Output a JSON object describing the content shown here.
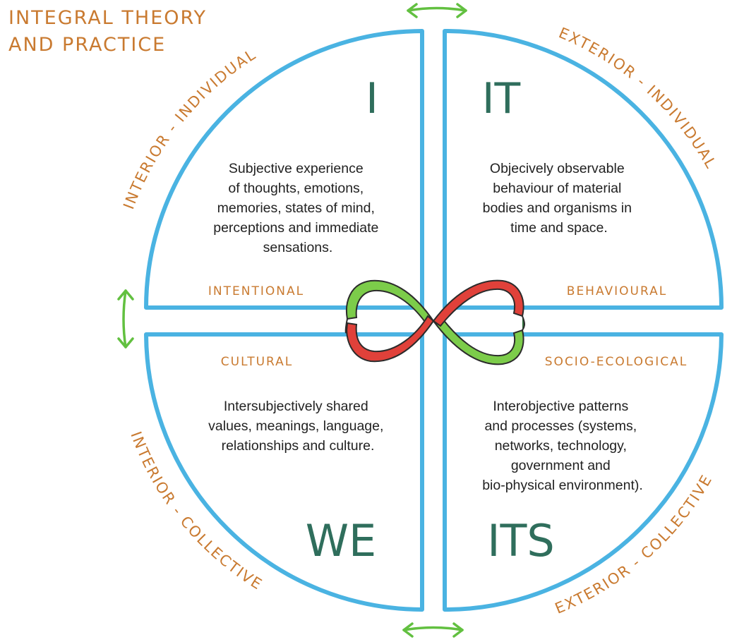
{
  "title": {
    "line1": "INTEGRAL THEORY",
    "line2": "AND PRACTICE"
  },
  "quadrants": {
    "upper_left": {
      "letter": "I",
      "outer_label": "INTERIOR - INDIVIDUAL",
      "inner_label": "INTENTIONAL",
      "description": [
        "Subjective experience",
        "of thoughts, emotions,",
        "memories, states of mind,",
        "perceptions and immediate",
        "sensations."
      ]
    },
    "upper_right": {
      "letter": "IT",
      "outer_label": "EXTERIOR - INDIVIDUAL",
      "inner_label": "BEHAVIOURAL",
      "description": [
        "Objecively observable",
        "behaviour of material",
        "bodies and organisms in",
        "time and space."
      ]
    },
    "lower_left": {
      "letter": "WE",
      "outer_label": "INTERIOR - COLLECTIVE",
      "inner_label": "CULTURAL",
      "description": [
        "Intersubjectively shared",
        "values, meanings, language,",
        "relationships and culture."
      ]
    },
    "lower_right": {
      "letter": "ITS",
      "outer_label": "EXTERIOR - COLLECTIVE",
      "inner_label": "SOCIO-ECOLOGICAL",
      "description": [
        "Interobjective patterns",
        "and processes (systems,",
        "networks, technology,",
        "government and",
        "bio-physical environment)."
      ]
    }
  },
  "icons": {
    "arrows": [
      "double-arrow-horizontal-icon",
      "double-arrow-vertical-icon"
    ],
    "center": "infinity-icon"
  },
  "colors": {
    "title": "#c97a30",
    "labels": "#c97a30",
    "letters": "#2f6e5c",
    "quadrant_lines": "#4ab3e2",
    "arrows": "#62c040",
    "infinity_green": "#7ccc4a",
    "infinity_red": "#e0413a"
  }
}
